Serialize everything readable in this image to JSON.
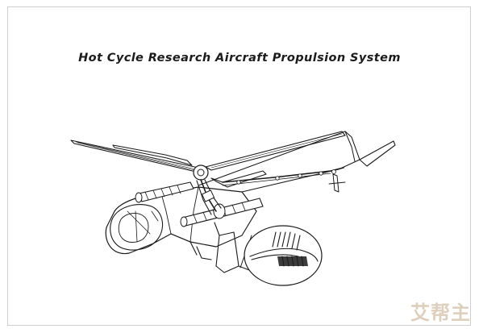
{
  "title": "Hot Cycle Research Aircraft Propulsion System",
  "watermark": "艾帮主",
  "colors": {
    "ink": "#1a1a1a",
    "paper": "#ffffff",
    "watermark": "#d8c7b0"
  },
  "icons": [
    "helicopter-illustration",
    "detail-callout"
  ]
}
